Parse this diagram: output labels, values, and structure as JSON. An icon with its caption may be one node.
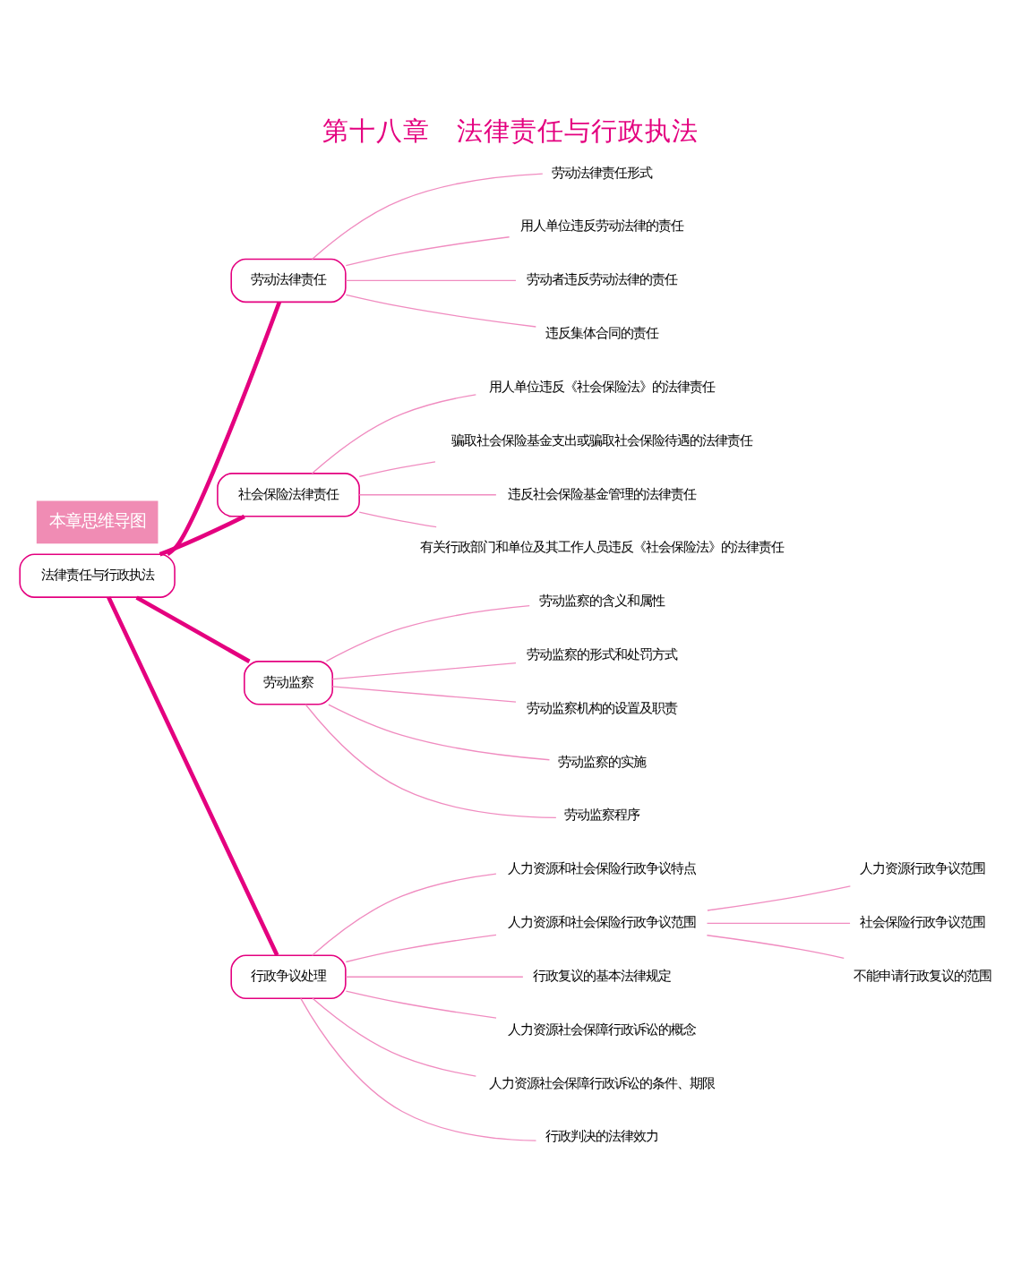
{
  "diagram": {
    "title": "第十八章　法律责任与行政执法",
    "nodes": [
      {
        "text": [
          "法律责任与行政执法"
        ]
      },
      {
        "text": [
          "劳动法律责任"
        ]
      },
      {
        "text": [
          "劳动法律责任形式"
        ]
      },
      {
        "text": [
          "用人单位违反劳动法律的责任"
        ]
      },
      {
        "text": [
          "劳动者违反劳动法律的责任"
        ]
      },
      {
        "text": [
          "违反集体合同的责任"
        ]
      },
      {
        "text": [
          "社会保险法律责任"
        ]
      },
      {
        "text": [
          "用人单位违反《社会保险法》的法律责任"
        ]
      },
      {
        "text": [
          "骗取社会保险基金支出或骗取社会保险待遇的法律责任"
        ]
      },
      {
        "text": [
          "违反社会保险基金管理的法律责任"
        ]
      },
      {
        "text": [
          "有关行政部门和单位及其工作人员违反《社会保险法》的法律责任"
        ]
      },
      {
        "text": [
          "劳动监察"
        ]
      },
      {
        "text": [
          "劳动监察的含义和属性"
        ]
      },
      {
        "text": [
          "劳动监察的形式和处罚方式"
        ]
      },
      {
        "text": [
          "劳动监察机构的设置及职责"
        ]
      },
      {
        "text": [
          "劳动监察的实施"
        ]
      },
      {
        "text": [
          "劳动监察程序"
        ]
      },
      {
        "text": [
          "行政争议处理"
        ]
      },
      {
        "text": [
          "人力资源和社会保险行政争议特点"
        ]
      },
      {
        "text": [
          "人力资源和社会保险行政争议范围"
        ]
      },
      {
        "text": [
          "人力资源行政争议范围"
        ]
      },
      {
        "text": [
          "社会保险行政争议范围"
        ]
      },
      {
        "text": [
          "不能申请行政复议的范围"
        ]
      },
      {
        "text": [
          "行政复议的基本法律规定"
        ]
      },
      {
        "text": [
          "人力资源社会保障行政诉讼的概念"
        ]
      },
      {
        "text": [
          "人力资源社会保障行政诉讼的条件、期限"
        ]
      },
      {
        "text": [
          "行政判决的法律效力"
        ]
      }
    ],
    "edges": [
      {
        "from": 0,
        "to": 1,
        "arrow": "none",
        "style": "thick",
        "color": "#e4007f"
      },
      {
        "from": 0,
        "to": 6,
        "arrow": "none",
        "style": "thick",
        "color": "#e4007f"
      },
      {
        "from": 0,
        "to": 11,
        "arrow": "none",
        "style": "thick",
        "color": "#e4007f"
      },
      {
        "from": 0,
        "to": 17,
        "arrow": "none",
        "style": "thick",
        "color": "#e4007f"
      },
      {
        "from": 1,
        "to": 2,
        "arrow": "none"
      },
      {
        "from": 1,
        "to": 3,
        "arrow": "none"
      },
      {
        "from": 1,
        "to": 4,
        "arrow": "none"
      },
      {
        "from": 1,
        "to": 5,
        "arrow": "none"
      },
      {
        "from": 6,
        "to": 7,
        "arrow": "none"
      },
      {
        "from": 6,
        "to": 8,
        "arrow": "none"
      },
      {
        "from": 6,
        "to": 9,
        "arrow": "none"
      },
      {
        "from": 6,
        "to": 10,
        "arrow": "none"
      },
      {
        "from": 11,
        "to": 12,
        "arrow": "none"
      },
      {
        "from": 11,
        "to": 13,
        "arrow": "none"
      },
      {
        "from": 11,
        "to": 14,
        "arrow": "none"
      },
      {
        "from": 11,
        "to": 15,
        "arrow": "none"
      },
      {
        "from": 11,
        "to": 16,
        "arrow": "none"
      },
      {
        "from": 17,
        "to": 18,
        "arrow": "none"
      },
      {
        "from": 17,
        "to": 19,
        "arrow": "none"
      },
      {
        "from": 19,
        "to": 20,
        "arrow": "none"
      },
      {
        "from": 19,
        "to": 21,
        "arrow": "none"
      },
      {
        "from": 19,
        "to": 22,
        "arrow": "none"
      },
      {
        "from": 17,
        "to": 23,
        "arrow": "none"
      },
      {
        "from": 17,
        "to": 24,
        "arrow": "none"
      },
      {
        "from": 17,
        "to": 25,
        "arrow": "none"
      },
      {
        "from": 17,
        "to": 26,
        "arrow": "none"
      }
    ],
    "labels": [
      "本章思维导图"
    ]
  }
}
